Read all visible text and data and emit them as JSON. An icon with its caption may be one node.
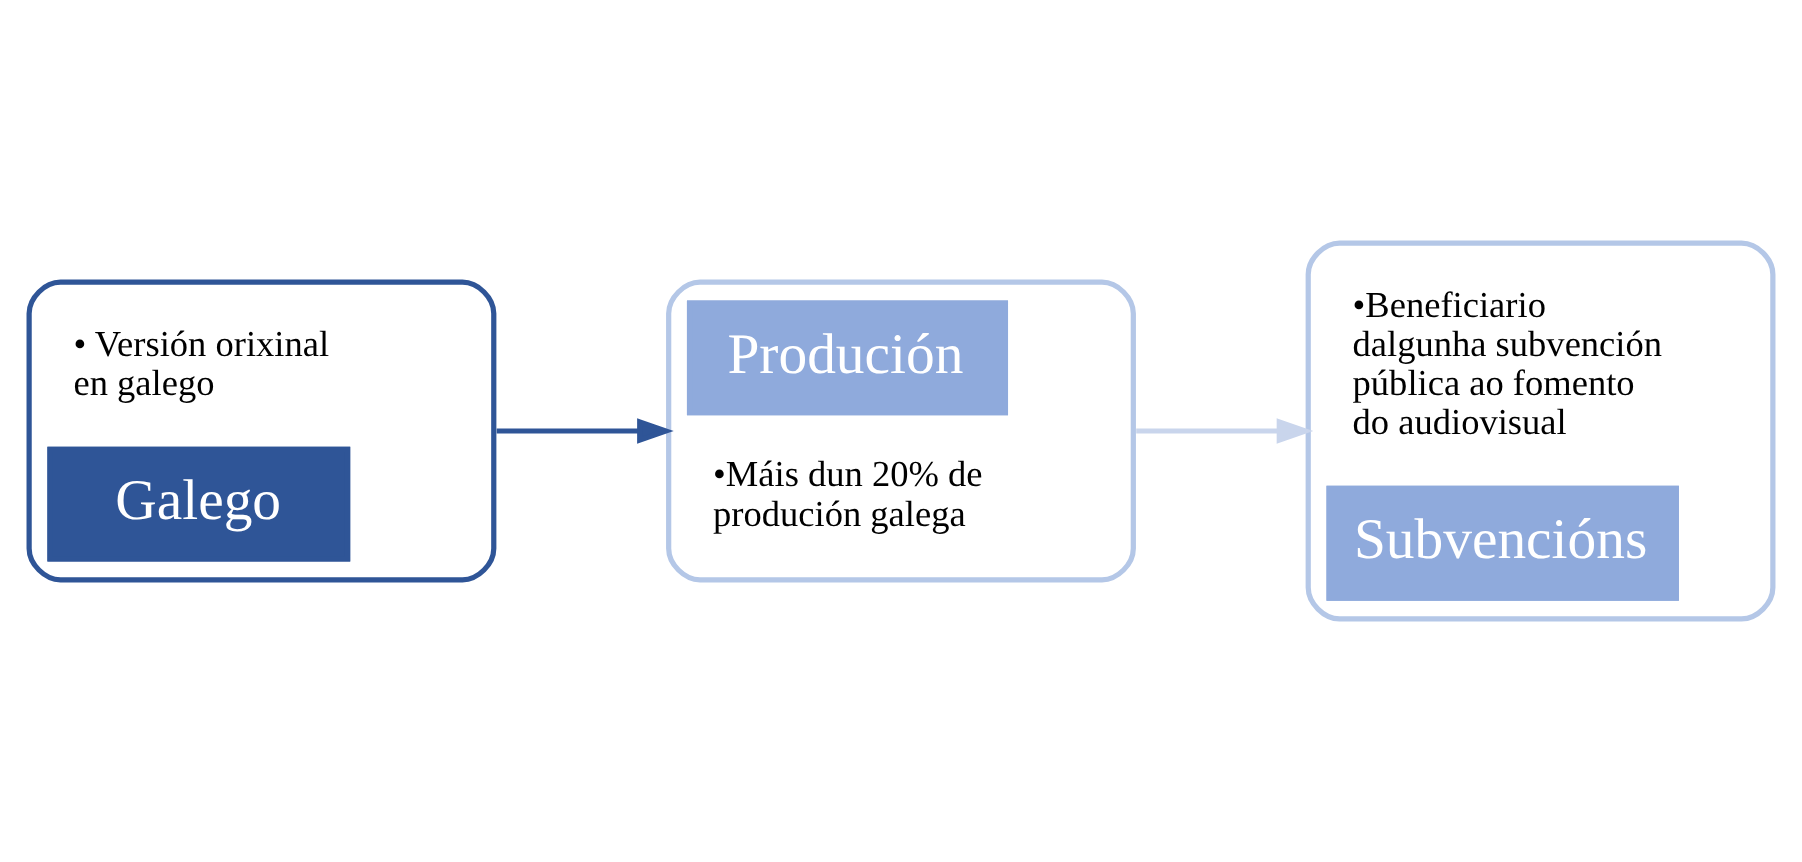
{
  "diagram": {
    "nodes": [
      {
        "text": [
          "• Versión orixinal en galego",
          "Galego"
        ]
      },
      {
        "text": [
          "Produción",
          "•Máis dun 20% de produción galega"
        ]
      },
      {
        "text": [
          "•Beneficiario dalgunha subvención pública ao fomento do audiovisual",
          "Subvencións"
        ]
      }
    ],
    "edges": [
      {
        "from": 0,
        "to": 1,
        "arrow": "to",
        "color": "#2f5597"
      },
      {
        "from": 1,
        "to": 2,
        "arrow": "to",
        "color": "#c9d5ec"
      }
    ]
  }
}
